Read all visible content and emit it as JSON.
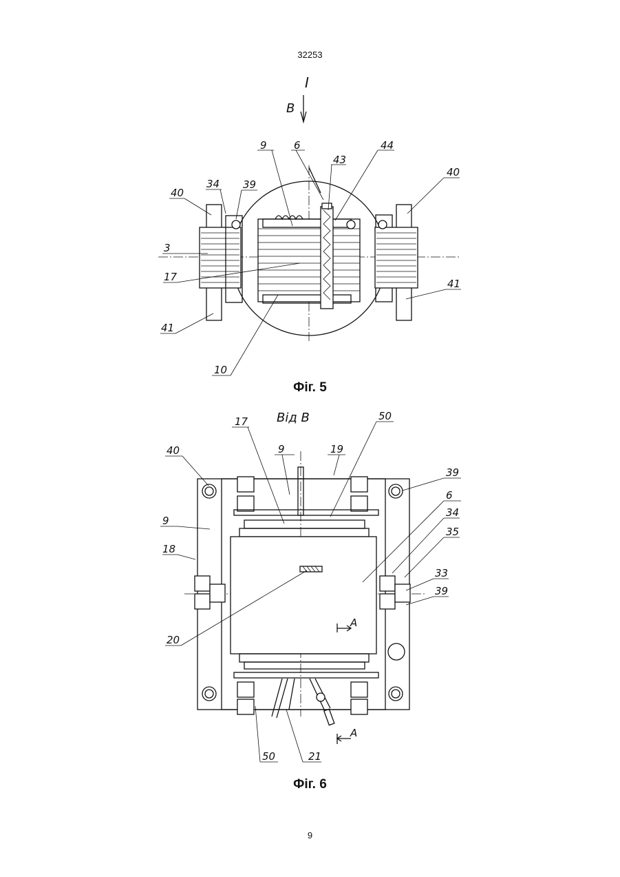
{
  "header": {
    "doc_number": "32253"
  },
  "footer": {
    "page_number": "9"
  },
  "figure5": {
    "caption": "Фіг. 5",
    "view_marker": "I",
    "view_letter": "В",
    "labels": {
      "l9": "9",
      "l6": "6",
      "l43": "43",
      "l44": "44",
      "l40a": "40",
      "l34": "34",
      "l39": "39",
      "l40b": "40",
      "l3": "3",
      "l17": "17",
      "l41a": "41",
      "l41b": "41",
      "l10": "10"
    }
  },
  "figure6": {
    "caption": "Фіг. 6",
    "view_title": "Від В",
    "labels": {
      "l17": "17",
      "l9a": "9",
      "l19": "19",
      "l50a": "50",
      "l40": "40",
      "l39a": "39",
      "l6": "6",
      "l9b": "9",
      "l34": "34",
      "l18": "18",
      "l35": "35",
      "l33": "33",
      "l39b": "39",
      "l20": "20",
      "lA1": "А",
      "lA2": "А",
      "l50b": "50",
      "l21": "21"
    }
  }
}
